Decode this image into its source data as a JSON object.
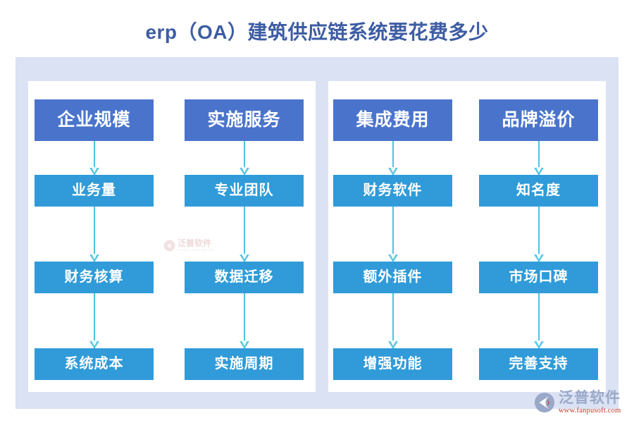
{
  "page": {
    "title": "erp（OA）建筑供应链系统要花费多少",
    "colors": {
      "title": "#3d5ca3",
      "frame_background": "#dbe2f4",
      "panel_background": "#ffffff",
      "header_box": "#4a74cc",
      "sub_box": "#309bd8",
      "arrow": "#4ec4de",
      "logo_text": "#9aa8c8",
      "logo_url": "#c0392b"
    }
  },
  "diagram": {
    "type": "flowchart",
    "panels": [
      {
        "name": "left-panel",
        "columns": [
          {
            "header": "企业规模",
            "nodes": [
              "业务量",
              "财务核算",
              "系统成本"
            ]
          },
          {
            "header": "实施服务",
            "nodes": [
              "专业团队",
              "数据迁移",
              "实施周期"
            ]
          }
        ]
      },
      {
        "name": "right-panel",
        "columns": [
          {
            "header": "集成费用",
            "nodes": [
              "财务软件",
              "额外插件",
              "增强功能"
            ]
          },
          {
            "header": "品牌溢价",
            "nodes": [
              "知名度",
              "市场口碑",
              "完善支持"
            ]
          }
        ]
      }
    ]
  },
  "watermark": {
    "cn": "泛普软件",
    "en": "FANPU SOFTWARE"
  },
  "brand": {
    "cn": "泛普软件",
    "url": "www.fanpusoft.com"
  }
}
